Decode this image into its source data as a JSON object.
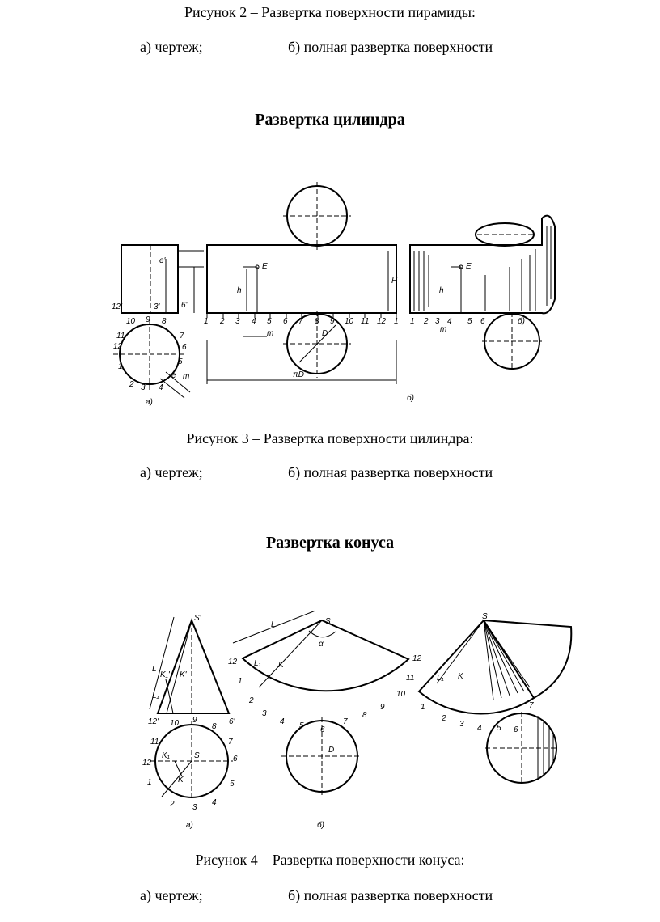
{
  "fig2": {
    "caption": "Рисунок 2 – Развертка поверхности пирамиды:",
    "sub_a": "а) чертеж;",
    "sub_b": "б) полная развертка поверхности"
  },
  "cylinder": {
    "heading": "Развертка цилиндра",
    "labels": {
      "e_prime": "e'",
      "e_right": "E",
      "h": "h",
      "H": "H",
      "twelve_prime": "12'",
      "three_prime": "3'",
      "six_prime": "6'",
      "m": "m",
      "D": "D",
      "piD": "πD",
      "a": "а)",
      "b": "б)",
      "e": "e"
    },
    "numbers": [
      "1",
      "2",
      "3",
      "4",
      "5",
      "6",
      "7",
      "8",
      "9",
      "10",
      "11",
      "12",
      "1"
    ],
    "circle_numbers": [
      "9",
      "8",
      "10",
      "11",
      "7",
      "12",
      "6",
      "1",
      "5",
      "2",
      "3",
      "4"
    ]
  },
  "fig3": {
    "caption": "Рисунок 3 – Развертка поверхности цилиндра:",
    "sub_a": "а) чертеж;",
    "sub_b": "б) полная развертка поверхности"
  },
  "cone": {
    "heading": "Развертка конуса",
    "labels": {
      "s_prime": "S'",
      "s": "S",
      "L": "L",
      "L1": "L₁",
      "K1_prime": "K₁'",
      "K_prime": "K'",
      "K": "K",
      "K1": "K₁",
      "alpha": "α",
      "D": "D",
      "twelve_prime": "12'",
      "six_prime": "6'",
      "a": "а)",
      "b": "б)"
    },
    "arc_numbers": [
      "12",
      "1",
      "2",
      "3",
      "4",
      "5",
      "6",
      "7",
      "8",
      "9",
      "10",
      "11",
      "12"
    ],
    "circle_numbers": [
      "10",
      "9",
      "8",
      "11",
      "7",
      "12",
      "6",
      "1",
      "5",
      "2",
      "3",
      "4"
    ]
  },
  "fig4": {
    "caption": "Рисунок 4 – Развертка поверхности конуса:",
    "sub_a": "а) чертеж;",
    "sub_b": "б) полная развертка поверхности"
  }
}
